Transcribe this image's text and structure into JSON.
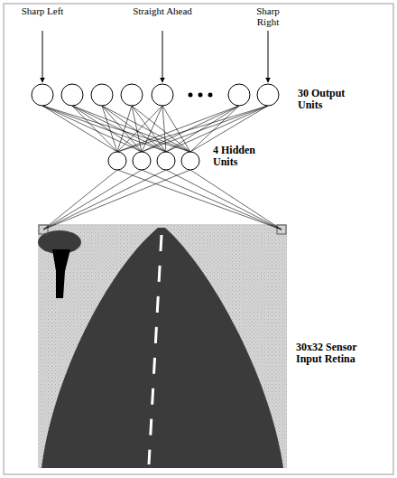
{
  "diagram": {
    "labels": [
      "Sharp Left",
      "Straight Ahead",
      "Sharp Right",
      "30 Output Units",
      "4 Hidden Units",
      "30x32 Sensor Input Retina"
    ]
  }
}
